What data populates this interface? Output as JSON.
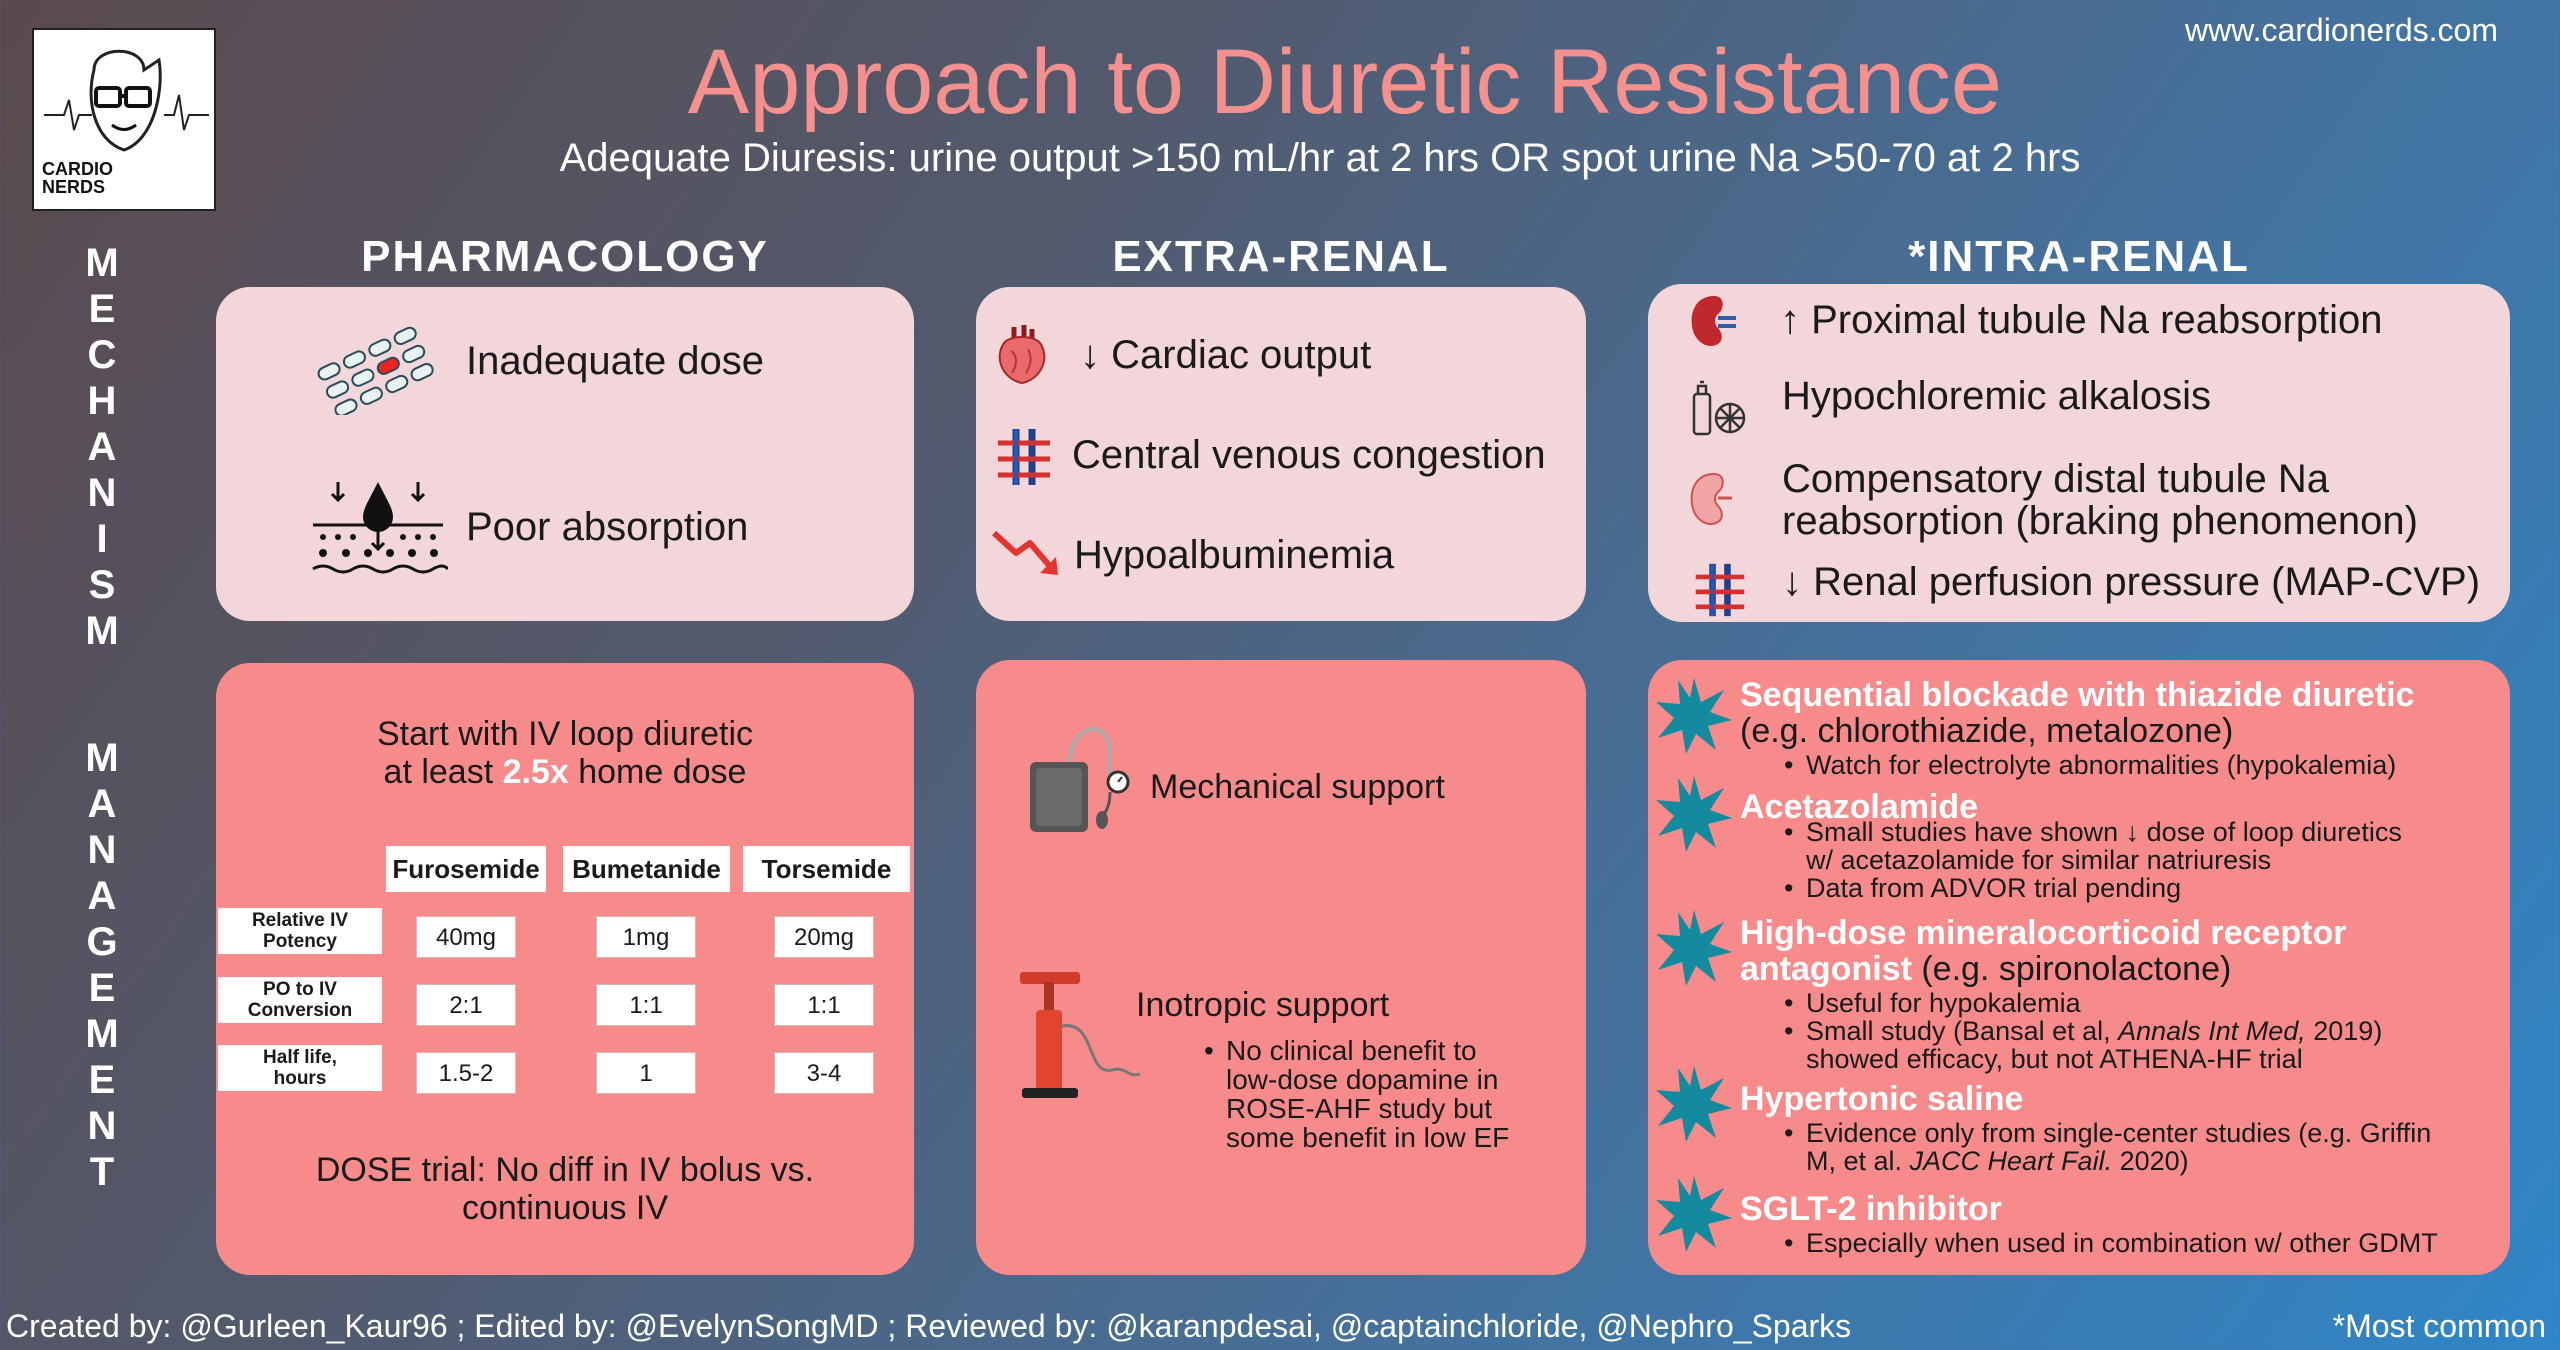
{
  "header": {
    "site_url": "www.cardionerds.com",
    "title": "Approach to Diuretic Resistance",
    "subtitle": "Adequate Diuresis: urine output >150 mL/hr at 2 hrs OR spot urine Na >50-70 at 2 hrs",
    "logo_text_1": "CARDIO",
    "logo_text_2": "NERDS"
  },
  "side": {
    "mechanism": [
      "M",
      "E",
      "C",
      "H",
      "A",
      "N",
      "I",
      "S",
      "M"
    ],
    "management": [
      "M",
      "A",
      "N",
      "A",
      "G",
      "E",
      "M",
      "E",
      "N",
      "T"
    ]
  },
  "columns": {
    "pharmacology": "PHARMACOLOGY",
    "extra_renal": "EXTRA-RENAL",
    "intra_renal": "*INTRA-RENAL"
  },
  "mechanism": {
    "pharm": {
      "item1": "Inadequate dose",
      "item2": "Poor absorption"
    },
    "extra": {
      "item1": "↓ Cardiac output",
      "item2": "Central venous congestion",
      "item3": "Hypoalbuminemia"
    },
    "intra": {
      "item1": "↑ Proximal tubule Na reabsorption",
      "item2": "Hypochloremic alkalosis",
      "item3_l1": "Compensatory distal tubule Na",
      "item3_l2": "reabsorption (braking phenomenon)",
      "item4": "↓ Renal perfusion pressure (MAP-CVP)"
    }
  },
  "management": {
    "pharm": {
      "start_l1": "Start with IV loop diuretic",
      "start_l2_a": "at least ",
      "start_l2_b": "2.5x",
      "start_l2_c": " home dose",
      "table": {
        "headers": [
          "Furosemide",
          "Bumetanide",
          "Torsemide"
        ],
        "rows": [
          {
            "label_l1": "Relative IV",
            "label_l2": "Potency",
            "values": [
              "40mg",
              "1mg",
              "20mg"
            ]
          },
          {
            "label_l1": "PO to IV",
            "label_l2": "Conversion",
            "values": [
              "2:1",
              "1:1",
              "1:1"
            ]
          },
          {
            "label_l1": "Half life,",
            "label_l2": "hours",
            "values": [
              "1.5-2",
              "1",
              "3-4"
            ]
          }
        ]
      },
      "dose_l1": "DOSE trial: No diff in IV bolus vs.",
      "dose_l2": "continuous IV"
    },
    "extra": {
      "mech_support": "Mechanical support",
      "inotropic": "Inotropic support",
      "ino_bullet_l1": "No clinical benefit to",
      "ino_bullet_l2": "low-dose dopamine in",
      "ino_bullet_l3": "ROSE-AHF study but",
      "ino_bullet_l4": "some benefit in low EF"
    },
    "intra": {
      "s1_title": "Sequential blockade with thiazide diuretic",
      "s1_sub": "(e.g. chlorothiazide, metalozone)",
      "s1_b1": "Watch for electrolyte abnormalities (hypokalemia)",
      "s2_title": "Acetazolamide",
      "s2_b1_l1": "Small studies have shown ↓  dose of loop diuretics",
      "s2_b1_l2": "w/ acetazolamide for similar natriuresis",
      "s2_b2": "Data from ADVOR trial pending",
      "s3_title_l1": "High-dose mineralocorticoid receptor",
      "s3_title_l2": "antagonist",
      "s3_sub": " (e.g. spironolactone)",
      "s3_b1": "Useful for hypokalemia",
      "s3_b2_a": "Small study (Bansal et al, ",
      "s3_b2_i": "Annals Int Med,",
      "s3_b2_c": " 2019)",
      "s3_b2_l2": "showed efficacy, but not ATHENA-HF trial",
      "s4_title": "Hypertonic saline",
      "s4_b1_l1": "Evidence only from single-center studies (e.g. Griffin",
      "s4_b1_l2_a": "M, et al. ",
      "s4_b1_l2_i": "JACC Heart Fail.",
      "s4_b1_l2_c": " 2020)",
      "s5_title": "SGLT-2 inhibitor",
      "s5_b1": "Especially when used in combination w/ other GDMT"
    }
  },
  "footer": {
    "credits": "Created by: @Gurleen_Kaur96 ; Edited by: @EvelynSongMD ; Reviewed by: @karanpdesai, @captainchloride, @Nephro_Sparks",
    "note": "*Most common"
  },
  "colors": {
    "title": "#f4908e",
    "panel_light": "#f3d6d9",
    "panel_pink": "#f78b8c",
    "star": "#1a8fa8"
  }
}
